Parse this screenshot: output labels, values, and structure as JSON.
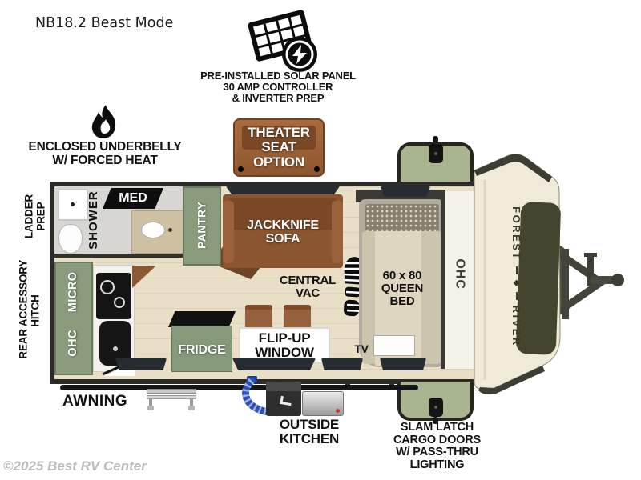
{
  "title": "NB18.2 Beast Mode",
  "watermark": "©2025 Best RV Center",
  "colors": {
    "cabinet_green": "#8b9c7d",
    "cargo_green": "#a9b58e",
    "sofa_brown": "#8f5730",
    "floor_wood": "#e8dfc6",
    "front_cap_cream": "#f0ebd9",
    "wall_dark": "#2c2b27"
  },
  "callouts": {
    "solar": {
      "line1": "PRE-INSTALLED SOLAR PANEL",
      "line2": "30 AMP CONTROLLER",
      "line3": "& INVERTER PREP"
    },
    "underbelly": {
      "line1": "ENCLOSED UNDERBELLY",
      "line2": "W/ FORCED HEAT"
    },
    "theater": {
      "line1": "THEATER",
      "line2": "SEAT OPTION"
    },
    "ladder": {
      "line1": "LADDER",
      "line2": "PREP"
    },
    "rear_hitch": {
      "line1": "REAR ACCESSORY",
      "line2": "HITCH"
    },
    "awning": "AWNING",
    "outside_kitchen": {
      "line1": "OUTSIDE",
      "line2": "KITCHEN"
    },
    "slam_latch": {
      "line1": "SLAM LATCH",
      "line2": "CARGO DOORS",
      "line3": "W/ PASS-THRU",
      "line4": "LIGHTING"
    }
  },
  "rooms": {
    "shower": "SHOWER",
    "med": "MED",
    "pantry": "PANTRY",
    "micro": "MICRO",
    "ohc_left": "OHC",
    "sofa": {
      "line1": "JACKKNIFE",
      "line2": "SOFA"
    },
    "central_vac": {
      "line1": "CENTRAL",
      "line2": "VAC"
    },
    "bed": {
      "line1": "60 x 80",
      "line2": "QUEEN",
      "line3": "BED"
    },
    "ohc_right": "OHC",
    "fridge": "FRIDGE",
    "flip_window": {
      "line1": "FLIP-UP",
      "line2": "WINDOW"
    },
    "tv": "TV"
  },
  "branding": {
    "maker_word1": "FOREST",
    "maker_word2": "RIVER",
    "emblem": "◆"
  }
}
